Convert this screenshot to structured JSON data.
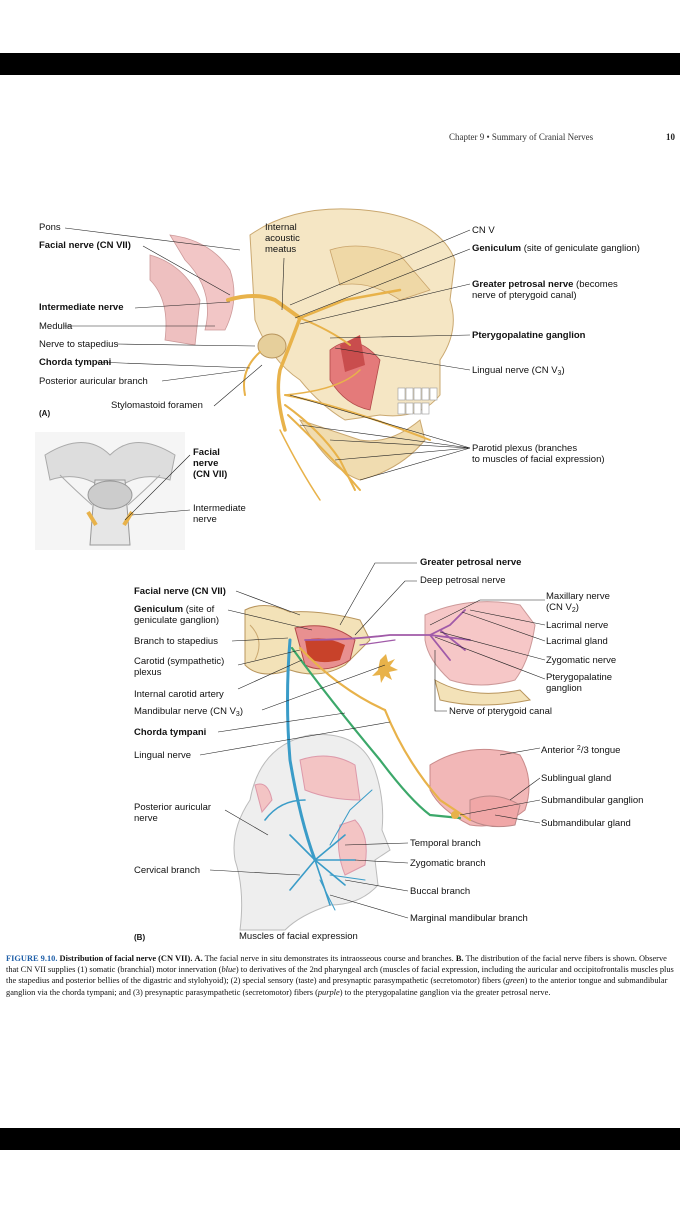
{
  "header": {
    "running_head": "Chapter 9 • Summary of Cranial Nerves",
    "page_number": "10"
  },
  "figureA": {
    "panel_label": "(A)",
    "labels": {
      "pons": "Pons",
      "facial_nerve": "Facial nerve (CN VII)",
      "internal_acoustic_meatus": [
        "Internal",
        "acoustic",
        "meatus"
      ],
      "intermediate_nerve": "Intermediate nerve",
      "medulla": "Medulla",
      "nerve_to_stapedius": "Nerve to stapedius",
      "chorda_tympani": "Chorda tympani",
      "posterior_auricular_branch": "Posterior auricular branch",
      "stylomastoid_foramen": "Stylomastoid foramen",
      "cn_v": "CN V",
      "geniculum": "Geniculum",
      "geniculum_note": " (site of geniculate ganglion)",
      "greater_petrosal_nerve": "Greater petrosal nerve",
      "greater_petrosal_note1": " (becomes",
      "greater_petrosal_note2": "nerve of pterygoid canal)",
      "pterygopalatine_ganglion": "Pterygopalatine ganglion",
      "lingual_nerve": "Lingual nerve (CN V",
      "lingual_sub": "3",
      "parotid_plexus": [
        "Parotid plexus (branches",
        "to muscles of facial expression)"
      ],
      "inset_facial_nerve": [
        "Facial",
        "nerve",
        "(CN VII)"
      ],
      "inset_intermediate": [
        "Intermediate",
        "nerve"
      ]
    }
  },
  "figureB": {
    "panel_label": "(B)",
    "labels": {
      "greater_petrosal_nerve": "Greater petrosal nerve",
      "deep_petrosal_nerve": "Deep petrosal nerve",
      "facial_nerve": "Facial nerve (CN VII)",
      "geniculum": "Geniculum",
      "geniculum_note": " (site of",
      "geniculum_note2": "geniculate ganglion)",
      "branch_to_stapedius": "Branch to stapedius",
      "carotid_plexus": [
        "Carotid (sympathetic)",
        "plexus"
      ],
      "internal_carotid_artery": "Internal carotid artery",
      "mandibular_nerve": "Mandibular nerve (CN V",
      "mandibular_sub": "3",
      "chorda_tympani": "Chorda tympani",
      "lingual_nerve": "Lingual nerve",
      "maxillary_nerve": [
        "Maxillary nerve",
        "(CN V"
      ],
      "maxillary_sub": "2",
      "lacrimal_nerve": "Lacrimal nerve",
      "lacrimal_gland": "Lacrimal gland",
      "zygomatic_nerve": "Zygomatic nerve",
      "pterygopalatine_ganglion": [
        "Pterygopalatine",
        "ganglion"
      ],
      "nerve_of_pterygoid_canal": "Nerve of pterygoid canal",
      "anterior_tongue_pre": "Anterior ",
      "anterior_tongue_sup": "2",
      "anterior_tongue_post": "/3 tongue",
      "sublingual_gland": "Sublingual gland",
      "submandibular_ganglion": "Submandibular ganglion",
      "submandibular_gland": "Submandibular gland",
      "posterior_auricular_nerve": [
        "Posterior auricular",
        "nerve"
      ],
      "temporal_branch": "Temporal branch",
      "zygomatic_branch": "Zygomatic branch",
      "cervical_branch": "Cervical branch",
      "buccal_branch": "Buccal branch",
      "marginal_mandibular_branch": "Marginal mandibular branch",
      "muscles_of_facial_expression": "Muscles of facial expression"
    }
  },
  "caption": {
    "figure_number": "FIGURE 9.10.",
    "title": "Distribution of facial nerve (CN VII).",
    "part_a_label": "A.",
    "part_a_text": "The facial nerve in situ demonstrates its intraosseous course and branches.",
    "part_b_label": "B.",
    "part_b_text_1": "The distribution of the facial nerve fibers is shown. Observe that CN VII supplies (1) somatic (branchial) motor innervation (",
    "blue": "blue",
    "part_b_text_2": ") to derivatives of the 2nd pharyngeal arch (muscles of facial expression, including the auricular and occipitofrontalis muscles plus the stapedius and posterior bellies of the digastric and stylohyoid); (2) special sensory (taste) and presynaptic parasympathetic (secretomotor) fibers (",
    "green": "green",
    "part_b_text_3": ") to the anterior tongue and submandibular ganglion via the chorda tympani; and (3) presynaptic parasympathetic (secretomotor) fibers (",
    "purple": "purple",
    "part_b_text_4": ") to the pterygopalatine ganglion via the greater petrosal nerve."
  },
  "colors": {
    "nerve_yellow": "#e8b24a",
    "nerve_blue": "#3a9cc8",
    "nerve_green": "#3ca86a",
    "nerve_purple": "#a05aa8",
    "bone": "#f3e2b8",
    "muscle": "#e47a7a"
  }
}
